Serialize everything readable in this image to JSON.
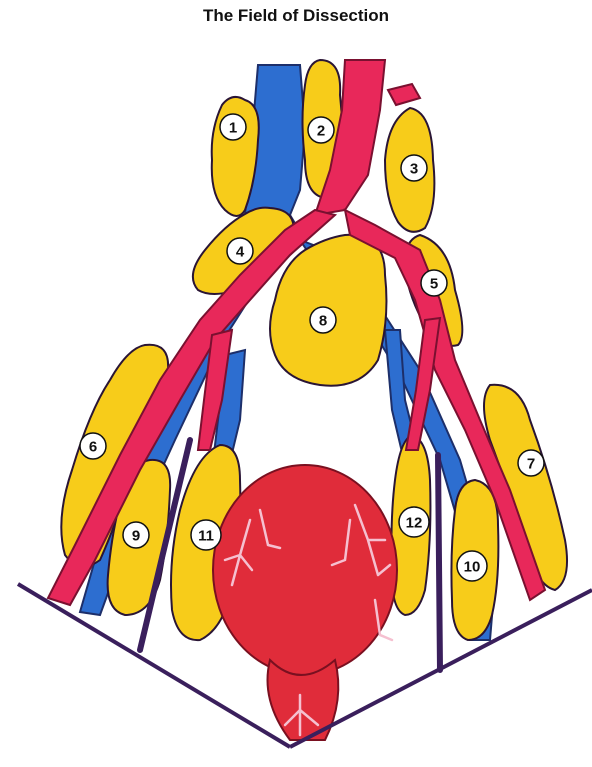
{
  "title": "The Field of Dissection",
  "colors": {
    "node": "#f7cc1a",
    "artery": "#e8285a",
    "vein": "#2d6ed0",
    "bladder": "#e02c3a",
    "outline": "#2a1535",
    "line": "#3a1f5c"
  },
  "node_labels": [
    "1",
    "2",
    "3",
    "4",
    "5",
    "6",
    "7",
    "8",
    "9",
    "10",
    "11",
    "12"
  ]
}
